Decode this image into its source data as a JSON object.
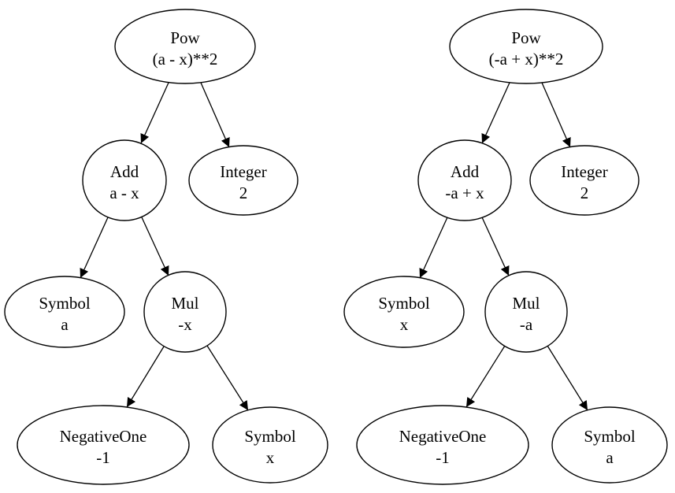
{
  "diagram": {
    "description": "Two expression trees comparing (a - x)**2 and (-a + x)**2",
    "colors": {
      "background": "#ffffff",
      "node_fill": "#ffffff",
      "node_stroke": "#000000",
      "edge_stroke": "#000000",
      "text": "#000000"
    },
    "trees": [
      {
        "name": "left-tree",
        "root_expression": "(a - x)**2",
        "nodes": [
          {
            "id": "pow",
            "type": "Pow",
            "value": "(a - x)**2"
          },
          {
            "id": "add",
            "type": "Add",
            "value": "a - x"
          },
          {
            "id": "integer",
            "type": "Integer",
            "value": "2"
          },
          {
            "id": "symbol-a",
            "type": "Symbol",
            "value": "a"
          },
          {
            "id": "mul",
            "type": "Mul",
            "value": "-x"
          },
          {
            "id": "negativeone",
            "type": "NegativeOne",
            "value": "-1"
          },
          {
            "id": "symbol-x",
            "type": "Symbol",
            "value": "x"
          }
        ],
        "edges": [
          {
            "from": "pow",
            "to": "add"
          },
          {
            "from": "pow",
            "to": "integer"
          },
          {
            "from": "add",
            "to": "symbol-a"
          },
          {
            "from": "add",
            "to": "mul"
          },
          {
            "from": "mul",
            "to": "negativeone"
          },
          {
            "from": "mul",
            "to": "symbol-x"
          }
        ]
      },
      {
        "name": "right-tree",
        "root_expression": "(-a + x)**2",
        "nodes": [
          {
            "id": "pow",
            "type": "Pow",
            "value": "(-a + x)**2"
          },
          {
            "id": "add",
            "type": "Add",
            "value": "-a + x"
          },
          {
            "id": "integer",
            "type": "Integer",
            "value": "2"
          },
          {
            "id": "symbol-x",
            "type": "Symbol",
            "value": "x"
          },
          {
            "id": "mul",
            "type": "Mul",
            "value": "-a"
          },
          {
            "id": "negativeone",
            "type": "NegativeOne",
            "value": "-1"
          },
          {
            "id": "symbol-a",
            "type": "Symbol",
            "value": "a"
          }
        ],
        "edges": [
          {
            "from": "pow",
            "to": "add"
          },
          {
            "from": "pow",
            "to": "integer"
          },
          {
            "from": "add",
            "to": "symbol-x"
          },
          {
            "from": "add",
            "to": "mul"
          },
          {
            "from": "mul",
            "to": "negativeone"
          },
          {
            "from": "mul",
            "to": "symbol-a"
          }
        ]
      }
    ]
  }
}
